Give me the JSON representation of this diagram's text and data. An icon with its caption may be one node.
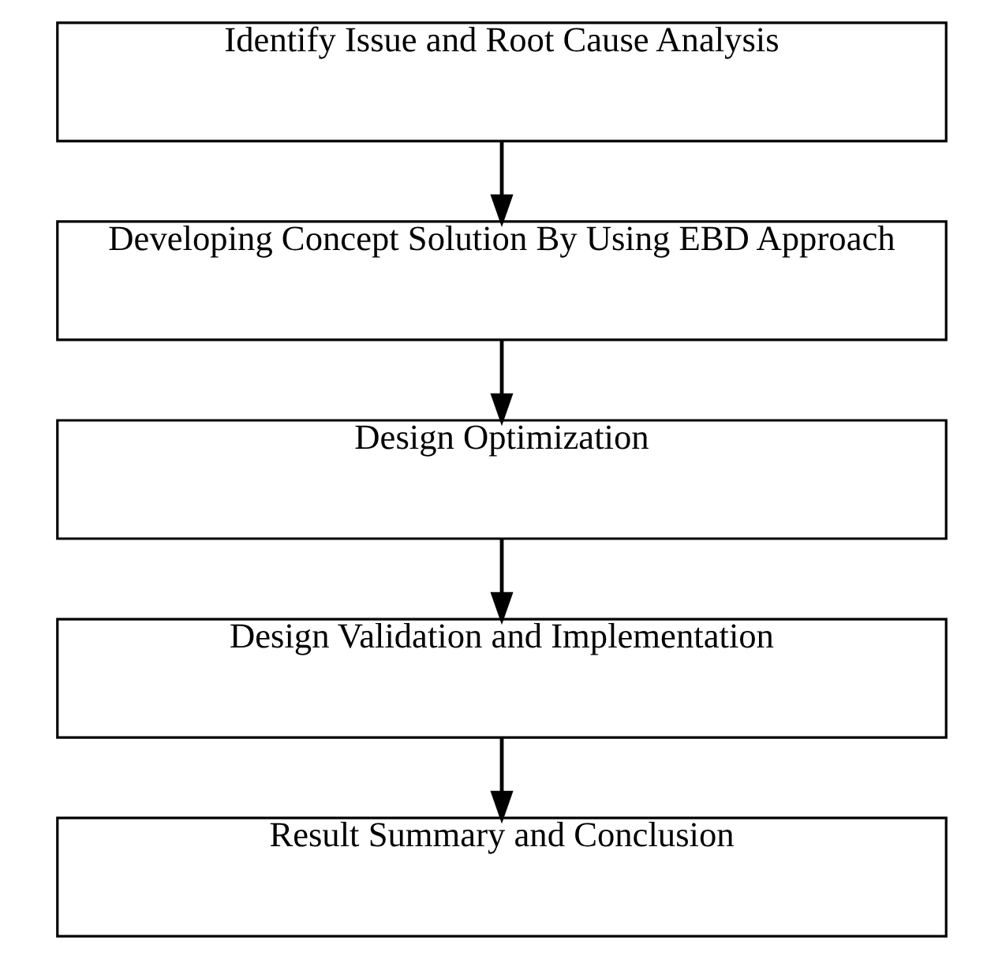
{
  "diagram": {
    "nodes": [
      {
        "text": [
          "Identify Issue and Root Cause Analysis"
        ]
      },
      {
        "text": [
          "Developing Concept Solution By Using EBD Approach"
        ]
      },
      {
        "text": [
          "Design Optimization"
        ]
      },
      {
        "text": [
          "Design Validation and Implementation"
        ]
      },
      {
        "text": [
          "Result Summary and Conclusion"
        ]
      }
    ],
    "edges": [
      {
        "from": 0,
        "to": 1,
        "arrow": "to"
      },
      {
        "from": 1,
        "to": 2,
        "arrow": "to"
      },
      {
        "from": 2,
        "to": 3,
        "arrow": "to"
      },
      {
        "from": 3,
        "to": 4,
        "arrow": "to"
      }
    ]
  }
}
